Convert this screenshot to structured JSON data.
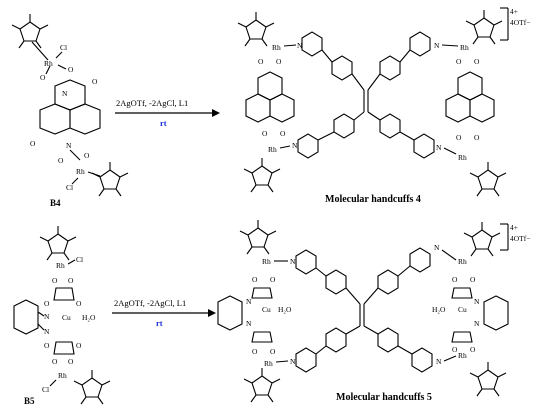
{
  "reaction1": {
    "reactant_label": "B4",
    "conditions": "2AgOTf, -2AgCl, L1",
    "temperature": "rt",
    "product_label": "Molecular handcuffs 4",
    "charge": "4+",
    "counterion": "4OTf−"
  },
  "reaction2": {
    "reactant_label": "B5",
    "conditions": "2AgOTf, -2AgCl, L1",
    "temperature": "rt",
    "product_label": "Molecular handcuffs 5",
    "charge": "4+",
    "counterion": "4OTf−"
  },
  "atoms": {
    "rh": "Rh",
    "cl": "Cl",
    "o": "O",
    "n": "N",
    "cu": "Cu",
    "water": "H₂O"
  },
  "colors": {
    "line": "#000000",
    "rt_text": "#1a2fd6",
    "background": "#ffffff"
  }
}
